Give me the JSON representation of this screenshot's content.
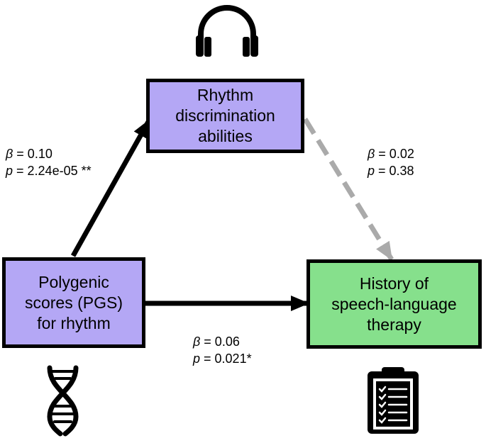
{
  "nodes": {
    "rhythm": "Rhythm\ndiscrimination\nabilities",
    "pgs": "Polygenic\nscores (PGS)\nfor rhythm",
    "therapy": "History of\nspeech-language\ntherapy"
  },
  "paths": {
    "a": {
      "beta_label": "β",
      "beta_value": " = 0.10",
      "p_label": "p",
      "p_value": " = 2.24e-05 **"
    },
    "b": {
      "beta_label": "β",
      "beta_value": " = 0.02",
      "p_label": "p",
      "p_value": " = 0.38"
    },
    "c": {
      "beta_label": "β",
      "beta_value": " = 0.06",
      "p_label": "p",
      "p_value": " = 0.021*"
    }
  },
  "icons": {
    "rhythm": "headphones-icon",
    "pgs": "dna-icon",
    "therapy": "clipboard-checklist-icon"
  },
  "colors": {
    "purple_box": "#b4a7f5",
    "green_box": "#86e08c",
    "dashed_arrow": "#aaaaaa",
    "solid_arrow": "#000000"
  }
}
